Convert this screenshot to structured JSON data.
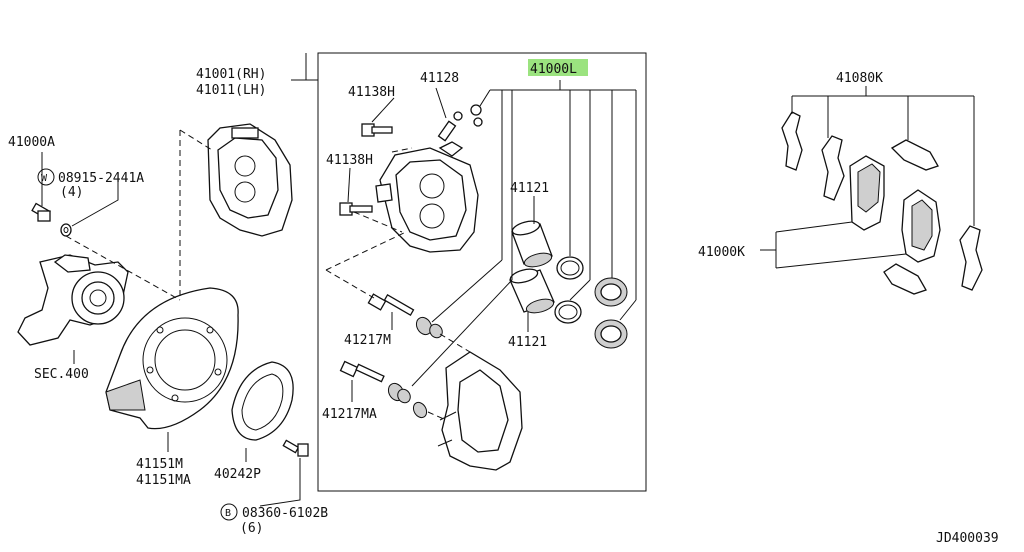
{
  "labels": {
    "caliper_rh": "41001(RH)",
    "caliper_lh": "41011(LH)",
    "p41000a": "41000A",
    "washer_part": "08915-2441A",
    "washer_qty": "(4)",
    "sec400": "SEC.400",
    "bolt_41138h_a": "41138H",
    "bolt_41138h_b": "41138H",
    "p41128": "41128",
    "kit_41000l": "41000L",
    "piston_a": "41121",
    "piston_b": "41121",
    "pin_41217m": "41217M",
    "pin_41217ma": "41217MA",
    "shield_1": "41151M",
    "shield_2": "41151MA",
    "p40242p": "40242P",
    "bolt_part": "08360-6102B",
    "bolt_qty": "(6)",
    "pad_kit_41080k": "41080K",
    "pad_41000k": "41000K",
    "diagram_id": "JD400039"
  },
  "symbols": {
    "washer_marker": "W",
    "bolt_marker": "B"
  },
  "colors": {
    "highlight": "#9be37f",
    "ink": "#111111"
  }
}
